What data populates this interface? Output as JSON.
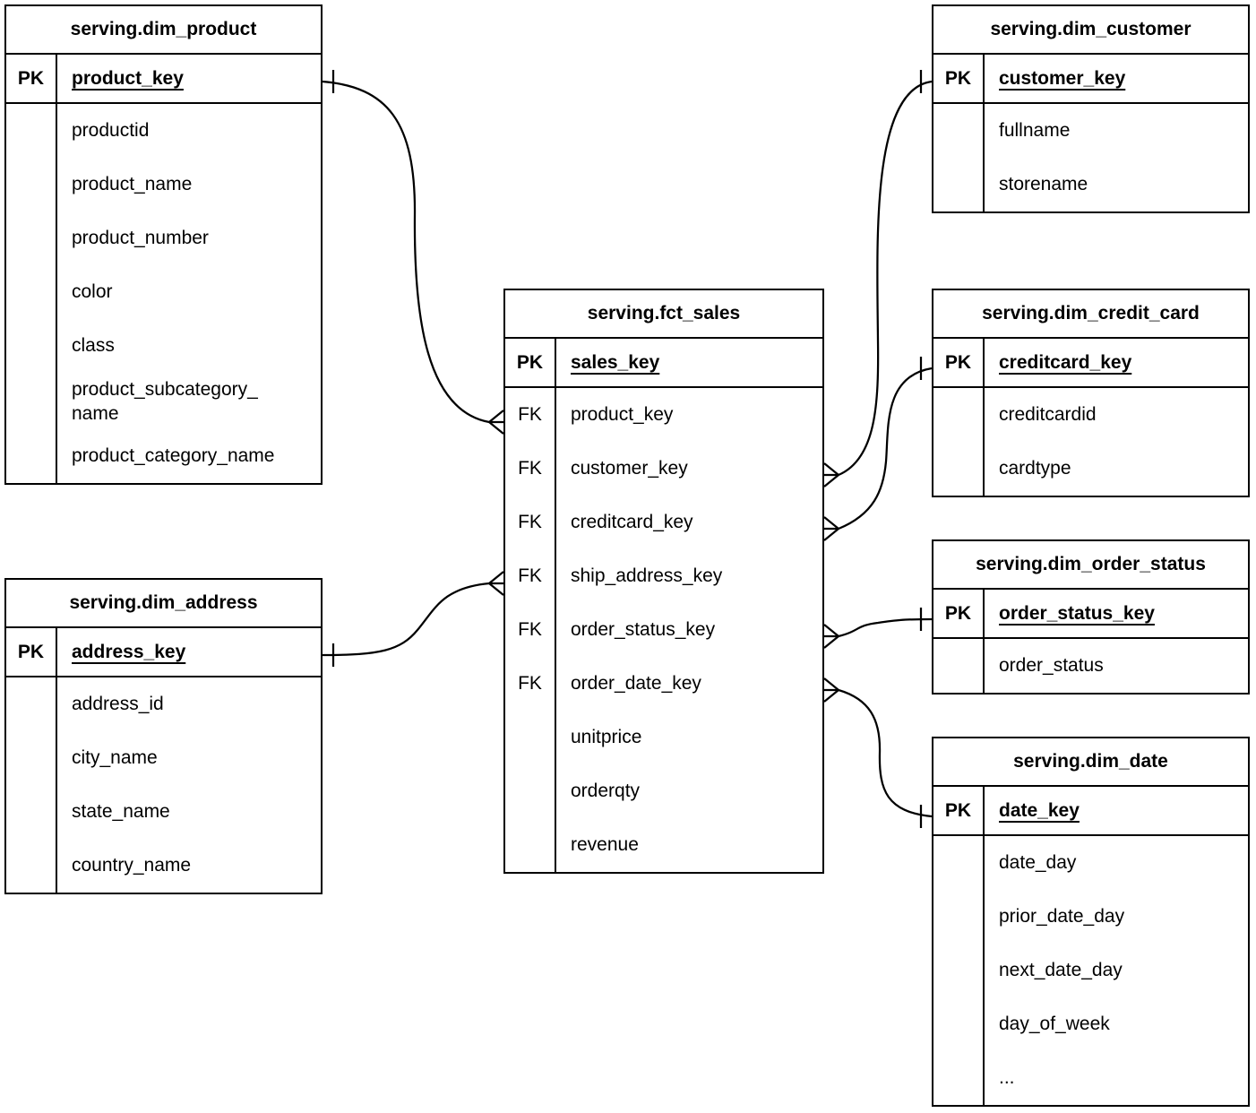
{
  "colors": {
    "line": "#000000",
    "text": "#000000",
    "background": "#ffffff"
  },
  "tables": {
    "dim_product": {
      "title": "serving.dim_product",
      "pk_label": "PK",
      "primary_key": "product_key",
      "fields": [
        {
          "key": "",
          "label": "productid"
        },
        {
          "key": "",
          "label": "product_name"
        },
        {
          "key": "",
          "label": "product_number"
        },
        {
          "key": "",
          "label": "color"
        },
        {
          "key": "",
          "label": "class"
        },
        {
          "key": "",
          "label": "product_subcategory_\nname",
          "wrap": true
        },
        {
          "key": "",
          "label": "product_category_name"
        }
      ]
    },
    "dim_address": {
      "title": "serving.dim_address",
      "pk_label": "PK",
      "primary_key": "address_key",
      "fields": [
        {
          "key": "",
          "label": "address_id"
        },
        {
          "key": "",
          "label": "city_name"
        },
        {
          "key": "",
          "label": "state_name"
        },
        {
          "key": "",
          "label": "country_name"
        }
      ]
    },
    "fct_sales": {
      "title": "serving.fct_sales",
      "pk_label": "PK",
      "primary_key": "sales_key",
      "fields": [
        {
          "key": "FK",
          "label": "product_key"
        },
        {
          "key": "FK",
          "label": "customer_key"
        },
        {
          "key": "FK",
          "label": "creditcard_key"
        },
        {
          "key": "FK",
          "label": "ship_address_key"
        },
        {
          "key": "FK",
          "label": "order_status_key"
        },
        {
          "key": "FK",
          "label": "order_date_key"
        },
        {
          "key": "",
          "label": "unitprice"
        },
        {
          "key": "",
          "label": "orderqty"
        },
        {
          "key": "",
          "label": "revenue"
        }
      ]
    },
    "dim_customer": {
      "title": "serving.dim_customer",
      "pk_label": "PK",
      "primary_key": "customer_key",
      "fields": [
        {
          "key": "",
          "label": "fullname"
        },
        {
          "key": "",
          "label": "storename"
        }
      ]
    },
    "dim_credit_card": {
      "title": "serving.dim_credit_card",
      "pk_label": "PK",
      "primary_key": "creditcard_key",
      "fields": [
        {
          "key": "",
          "label": "creditcardid"
        },
        {
          "key": "",
          "label": "cardtype"
        }
      ]
    },
    "dim_order_status": {
      "title": "serving.dim_order_status",
      "pk_label": "PK",
      "primary_key": "order_status_key",
      "fields": [
        {
          "key": "",
          "label": "order_status"
        }
      ]
    },
    "dim_date": {
      "title": "serving.dim_date",
      "pk_label": "PK",
      "primary_key": "date_key",
      "fields": [
        {
          "key": "",
          "label": "date_day"
        },
        {
          "key": "",
          "label": "prior_date_day"
        },
        {
          "key": "",
          "label": "next_date_day"
        },
        {
          "key": "",
          "label": "day_of_week"
        },
        {
          "key": "",
          "label": "..."
        }
      ]
    }
  },
  "relationships": [
    {
      "from_table": "serving.fct_sales",
      "from_field": "product_key",
      "from_cardinality": "many",
      "to_table": "serving.dim_product",
      "to_field": "product_key",
      "to_cardinality": "one"
    },
    {
      "from_table": "serving.fct_sales",
      "from_field": "customer_key",
      "from_cardinality": "many",
      "to_table": "serving.dim_customer",
      "to_field": "customer_key",
      "to_cardinality": "one"
    },
    {
      "from_table": "serving.fct_sales",
      "from_field": "creditcard_key",
      "from_cardinality": "many",
      "to_table": "serving.dim_credit_card",
      "to_field": "creditcard_key",
      "to_cardinality": "one"
    },
    {
      "from_table": "serving.fct_sales",
      "from_field": "ship_address_key",
      "from_cardinality": "many",
      "to_table": "serving.dim_address",
      "to_field": "address_key",
      "to_cardinality": "one"
    },
    {
      "from_table": "serving.fct_sales",
      "from_field": "order_status_key",
      "from_cardinality": "many",
      "to_table": "serving.dim_order_status",
      "to_field": "order_status_key",
      "to_cardinality": "one"
    },
    {
      "from_table": "serving.fct_sales",
      "from_field": "order_date_key",
      "from_cardinality": "many",
      "to_table": "serving.dim_date",
      "to_field": "date_key",
      "to_cardinality": "one"
    }
  ]
}
